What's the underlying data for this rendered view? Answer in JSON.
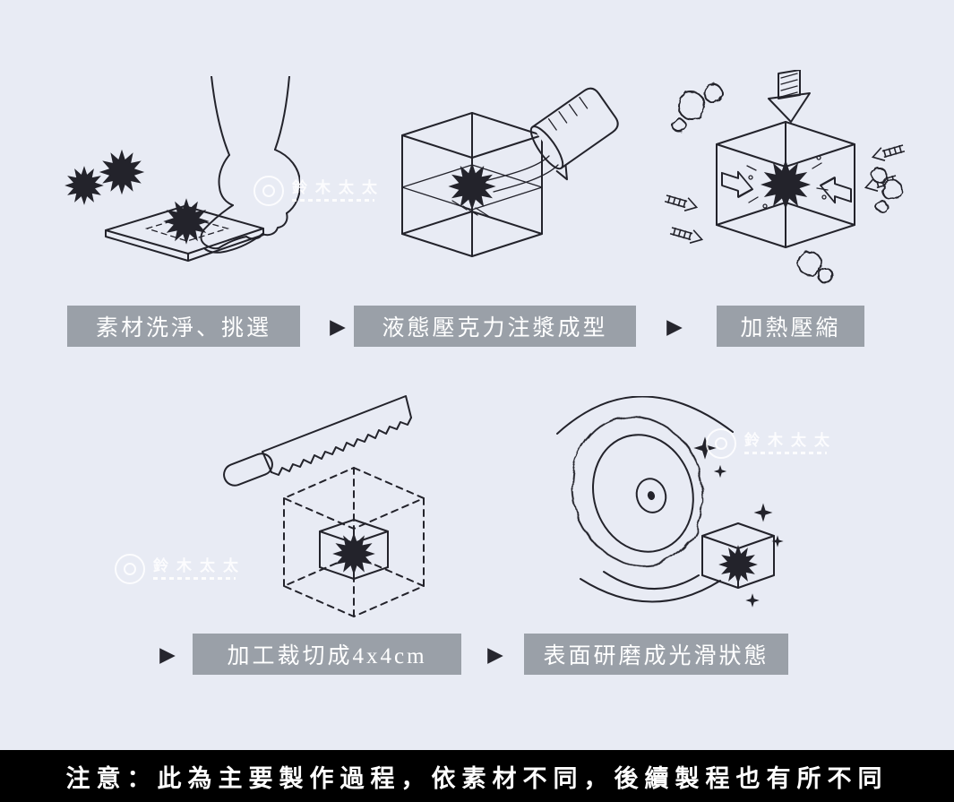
{
  "arrow_glyph": "▶",
  "colors": {
    "background": "#e8ebf4",
    "line_art": "#23232b",
    "label_background": "#9aa0a8",
    "label_text": "#ffffff",
    "notice_background": "#000000",
    "notice_text": "#ffffff"
  },
  "steps": [
    {
      "id": "wash",
      "label": "素材洗淨、挑選",
      "illustration": "hand-picking-material"
    },
    {
      "id": "cast",
      "label": "液態壓克力注漿成型",
      "illustration": "pouring-liquid-acrylic-into-mold"
    },
    {
      "id": "heat",
      "label": "加熱壓縮",
      "illustration": "heat-compression-cube"
    },
    {
      "id": "cut",
      "label": "加工裁切成4x4cm",
      "illustration": "saw-cutting-cube"
    },
    {
      "id": "polish",
      "label": "表面研磨成光滑狀態",
      "illustration": "polishing-wheel-cube"
    }
  ],
  "notice": "注意：此為主要製作過程，依素材不同，後續製程也有所不同",
  "watermark": {
    "name": "鈴木太太"
  }
}
